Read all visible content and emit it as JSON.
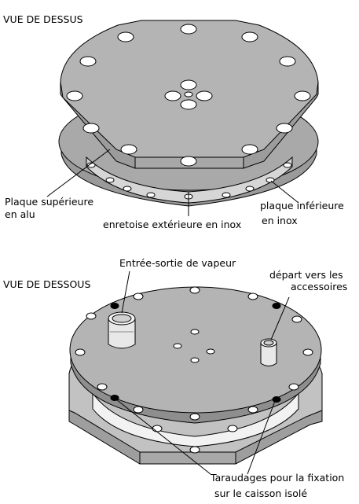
{
  "top_view": {
    "title": "VUE DE DESSUS",
    "label_plate_top_line1": "Plaque supérieure",
    "label_plate_top_line2": "en alu",
    "label_spacer": "enretoise extérieure en inox",
    "label_plate_bottom_line1": "plaque inférieure",
    "label_plate_bottom_line2": "en inox"
  },
  "bottom_view": {
    "title": "VUE DE DESSOUS",
    "label_steam": "Entrée-sortie de vapeur",
    "label_accessories_line1": "départ vers les",
    "label_accessories_line2": "accessoires",
    "label_tapping_line1": "Taraudages pour la fixation",
    "label_tapping_line2": "sur le caisson isolé"
  },
  "colors": {
    "plate_top_face": "#b4b4b4",
    "plate_side": "#9a9a9a",
    "spacer": "#c8c8c8",
    "hole": "#ffffff",
    "tapped_hole": "#000000",
    "line": "#000000",
    "background": "#ffffff"
  }
}
